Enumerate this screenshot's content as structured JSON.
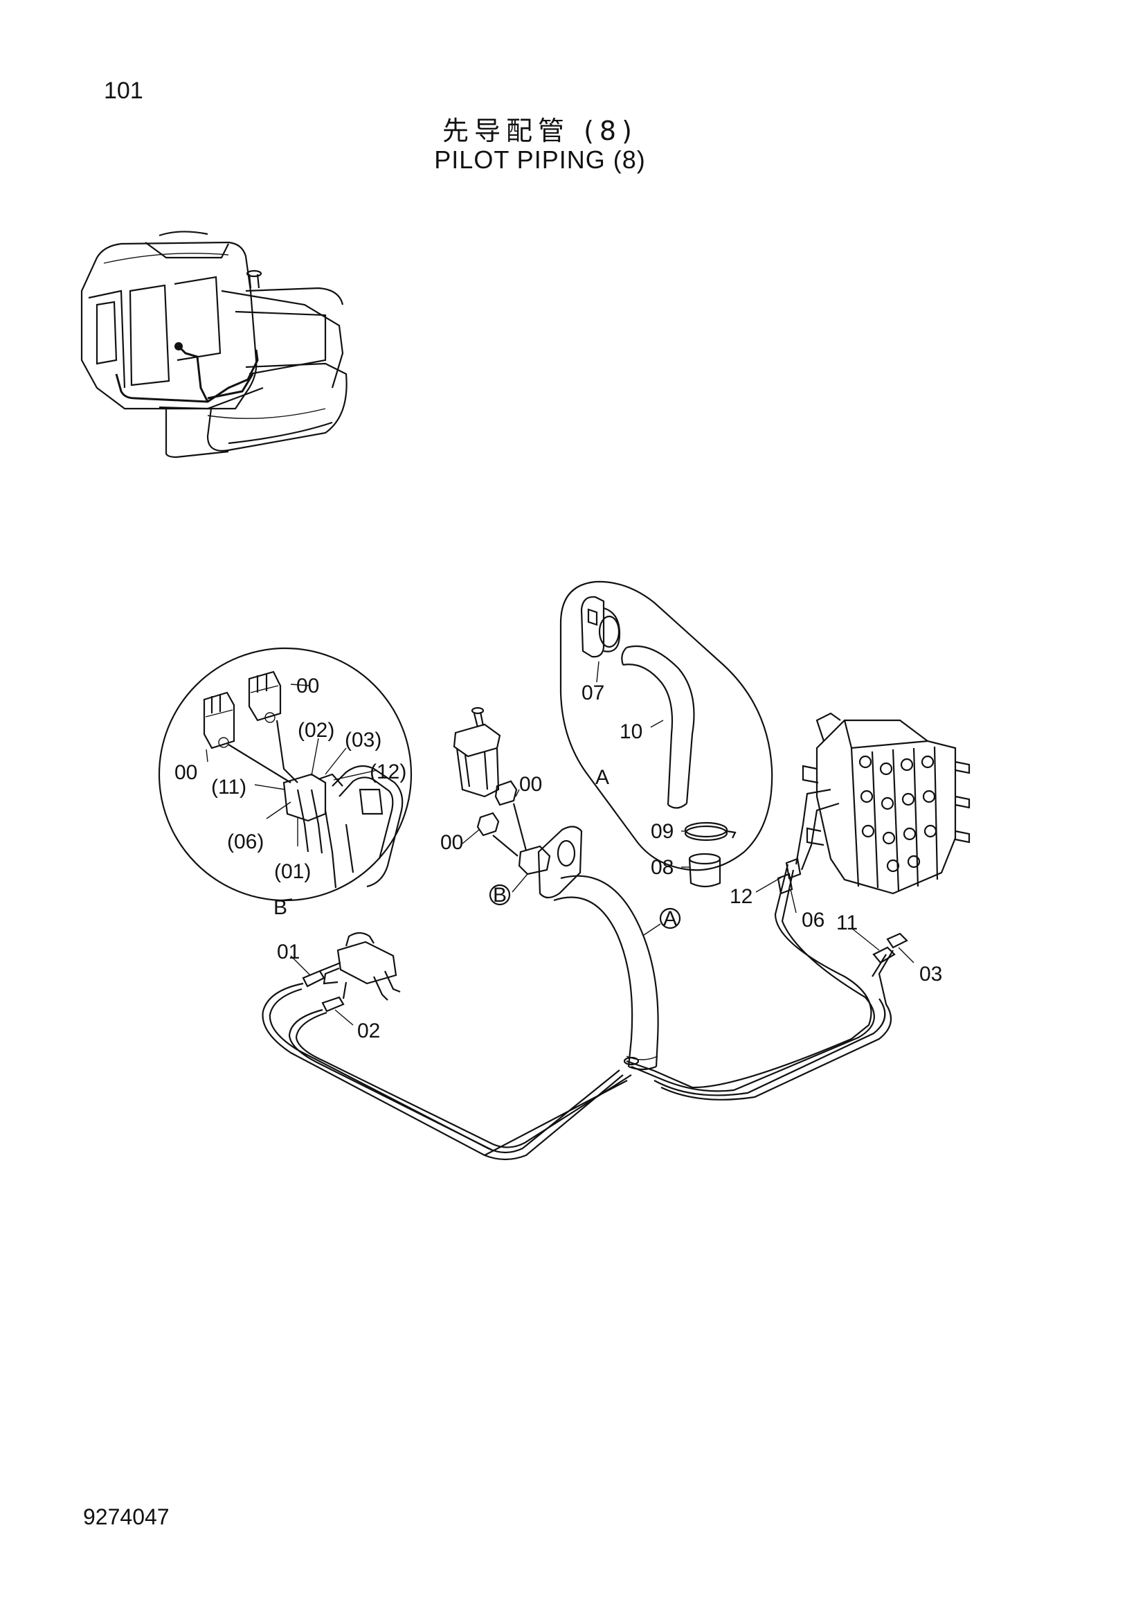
{
  "page": {
    "number": "101",
    "doc_number": "9274047"
  },
  "title": {
    "cn": "先导配管 (8)",
    "en": "PILOT PIPING (8)"
  },
  "callouts": {
    "detail_b_label": "B",
    "detail_a_label": "A",
    "b_00_top": "00",
    "b_00_left": "00",
    "b_02": "(02)",
    "b_03": "(03)",
    "b_12": "(12)",
    "b_11": "(11)",
    "b_06": "(06)",
    "b_01": "(01)",
    "a_07": "07",
    "a_10": "10",
    "a_09": "09",
    "a_08": "08",
    "m_00_right": "00",
    "m_00_left": "00",
    "m_b_marker": "B",
    "m_a_marker": "A",
    "p_01": "01",
    "p_02": "02",
    "p_12": "12",
    "p_06": "06",
    "p_11": "11",
    "p_03": "03"
  }
}
